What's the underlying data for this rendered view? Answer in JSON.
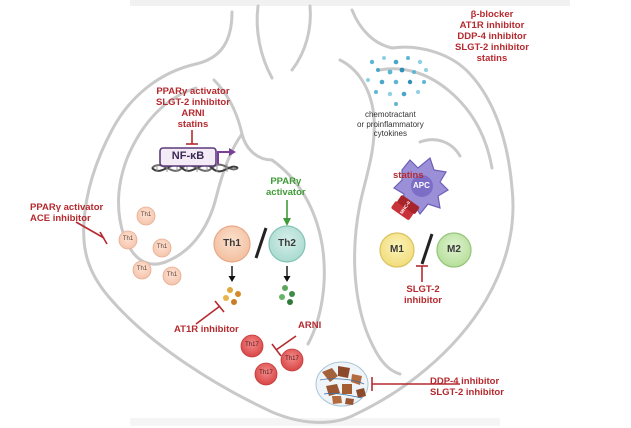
{
  "colors": {
    "red": "#b52a2f",
    "green": "#3f9b36",
    "heart_outline": "#c9c9c9"
  },
  "labels": {
    "top_right_drugs": [
      "β-blocker",
      "AT1R inhibitor",
      "DDP-4 inhibitor",
      "SLGT-2 inhibitor",
      "statins"
    ],
    "nfkb_drugs": [
      "PPARγ activator",
      "SLGT-2 inhibitor",
      "ARNI",
      "statins"
    ],
    "nfkb_box": "NF-κB",
    "left_drugs": [
      "PPARγ activator",
      "ACE inhibitor"
    ],
    "pparg_green": [
      "PPARγ",
      "activator"
    ],
    "cytokines": [
      "chemotractant",
      "or proinflammatory",
      "cytokines"
    ],
    "statins_apc": "statins",
    "apc": "APC",
    "mhc": "MHC-II",
    "th1_big": "Th1",
    "th2_big": "Th2",
    "m1": "M1",
    "m2": "M2",
    "slgt_m": [
      "SLGT-2",
      "inhibitor"
    ],
    "th1_small": [
      "Th1",
      "Th1",
      "Th1",
      "Th1",
      "Th1"
    ],
    "at1r": "AT1R inhibitor",
    "arni": "ARNI",
    "th17": [
      "Th17",
      "Th17",
      "Th17"
    ],
    "ddp_bottom": [
      "DDP-4 inhibitor",
      "SLGT-2 inhibitor"
    ]
  }
}
